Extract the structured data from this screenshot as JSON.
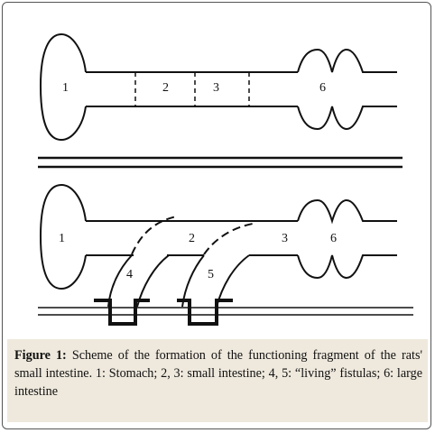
{
  "top_diagram": {
    "labels": [
      "1",
      "2",
      "3",
      "6"
    ]
  },
  "bottom_diagram": {
    "labels": [
      "1",
      "2",
      "3",
      "6",
      "4",
      "5"
    ]
  },
  "caption": {
    "figure_label": "Figure 1:",
    "text": "Scheme of the formation of the functioning fragment of the rats' small intestine. 1: Stomach; 2, 3: small intestine; 4, 5: “living” fistulas; 6: large intestine"
  },
  "colors": {
    "stroke": "#111111",
    "caption_background": "#efe9dd",
    "frame_border": "#555555"
  }
}
